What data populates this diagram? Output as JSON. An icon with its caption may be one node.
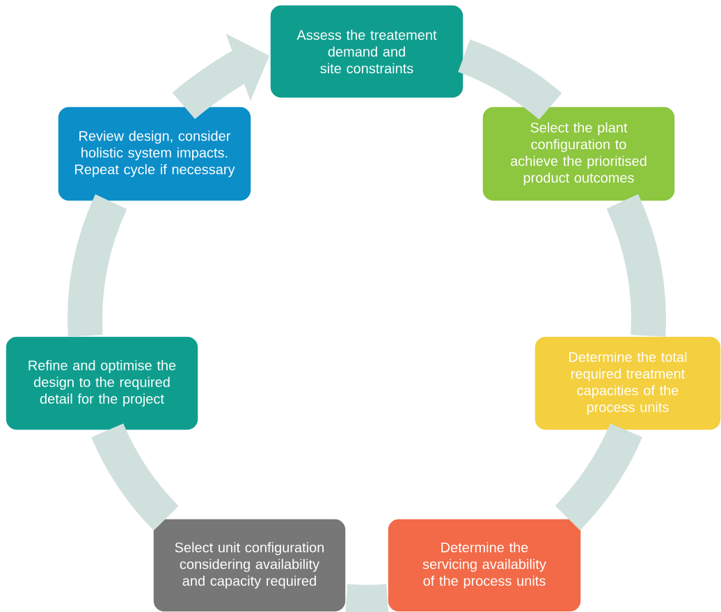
{
  "diagram": {
    "nodes": [
      {
        "text": [
          "Assess the treatement demand and site constraints"
        ]
      },
      {
        "text": [
          "Select the plant configuration to achieve the prioritised product outcomes"
        ]
      },
      {
        "text": [
          "Determine the total required treatment capacities of the process units"
        ]
      },
      {
        "text": [
          "Determine the servicing availability of the process units"
        ]
      },
      {
        "text": [
          "Select unit configuration considering availability and capacity required"
        ]
      },
      {
        "text": [
          "Refine and optimise the design to the required detail for the project"
        ]
      },
      {
        "text": [
          "Review design, consider holistic system impacts. Repeat cycle if necessary"
        ]
      }
    ],
    "edges": [
      {
        "from": 0,
        "to": 1,
        "arrow": "none"
      },
      {
        "from": 1,
        "to": 2,
        "arrow": "none"
      },
      {
        "from": 2,
        "to": 3,
        "arrow": "none"
      },
      {
        "from": 3,
        "to": 4,
        "arrow": "none"
      },
      {
        "from": 4,
        "to": 5,
        "arrow": "none"
      },
      {
        "from": 5,
        "to": 6,
        "arrow": "none"
      },
      {
        "from": 6,
        "to": 0,
        "arrow": "to"
      }
    ]
  }
}
